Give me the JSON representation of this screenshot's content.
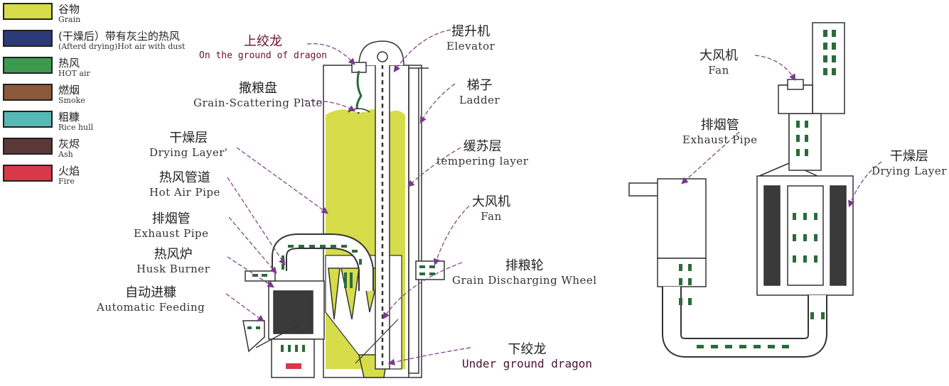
{
  "legend": [
    {
      "zh": "谷物",
      "en": "Grain",
      "color": "#d6dc4a"
    },
    {
      "zh": "(干燥后）带有灰尘的热风",
      "en": "(Afterd drying)Hot air with dust",
      "color": "#2c3a78"
    },
    {
      "zh": "热风",
      "en": "HOT air",
      "color": "#3c9a50"
    },
    {
      "zh": "燃烟",
      "en": "Smoke",
      "color": "#8a5a3a"
    },
    {
      "zh": "粗糠",
      "en": "Rice hull",
      "color": "#58b8b4"
    },
    {
      "zh": "灰烬",
      "en": "Ash",
      "color": "#5a3838"
    },
    {
      "zh": "火焰",
      "en": "Fire",
      "color": "#d83848"
    }
  ],
  "left_labels": {
    "upper_auger": {
      "zh": "上绞龙",
      "en": "On the ground of dragon"
    },
    "scatter_plate": {
      "zh": "撒粮盘",
      "en": "Grain-Scattering Plate"
    },
    "drying_layer": {
      "zh": "干燥层",
      "en": "Drying Layer'"
    },
    "hot_air_pipe": {
      "zh": "热风管道",
      "en": "Hot Air Pipe"
    },
    "exhaust_pipe": {
      "zh": "排烟管",
      "en": "Exhaust Pipe"
    },
    "husk_burner": {
      "zh": "热风炉",
      "en": "Husk Burner"
    },
    "auto_feed": {
      "zh": "自动进糠",
      "en": "Automatic Feeding"
    },
    "elevator": {
      "zh": "提升机",
      "en": "Elevator"
    },
    "ladder": {
      "zh": "梯子",
      "en": "Ladder"
    },
    "tempering": {
      "zh": "缓苏层",
      "en": "tempering layer"
    },
    "fan": {
      "zh": "大风机",
      "en": "Fan"
    },
    "discharge_wheel": {
      "zh": "排粮轮",
      "en": "Grain Discharging Wheel"
    },
    "lower_auger": {
      "zh": "下绞龙",
      "en": "Under ground dragon"
    }
  },
  "right_labels": {
    "fan": {
      "zh": "大风机",
      "en": "Fan"
    },
    "exhaust_pipe": {
      "zh": "排烟管",
      "en": "Exhaust Pipe"
    },
    "drying_layer": {
      "zh": "干燥层",
      "en": "Drying Layer"
    }
  },
  "colors": {
    "grain": "#d6dc4a",
    "hot_air": "#2a6b3a",
    "arrow_dark": "#2a4a30",
    "leader": "#7a3a8a",
    "outline": "#333333"
  }
}
